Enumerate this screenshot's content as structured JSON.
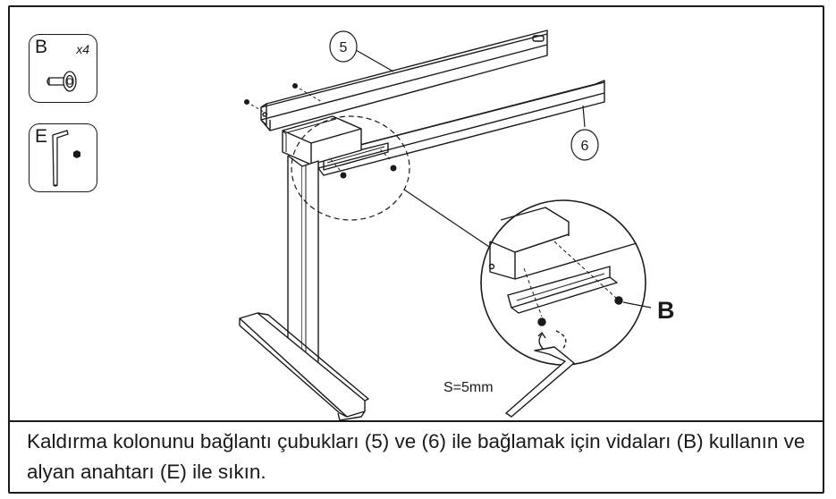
{
  "parts": {
    "screw": {
      "letter": "B",
      "quantity": "x4",
      "icon": "bolt-icon"
    },
    "wrench": {
      "letter": "E",
      "icon": "hex-key-icon"
    }
  },
  "callouts": {
    "rail_back": "5",
    "rail_front": "6",
    "detail_part": "B",
    "wrench_size": "S=5mm"
  },
  "caption": "Kaldırma kolonunu bağlantı çubukları (5) ve (6) ile bağlamak için vidaları (B) kullanın ve alyan anahtarı (E) ile sıkın.",
  "colors": {
    "line": "#1a1a1a",
    "background": "#ffffff"
  }
}
